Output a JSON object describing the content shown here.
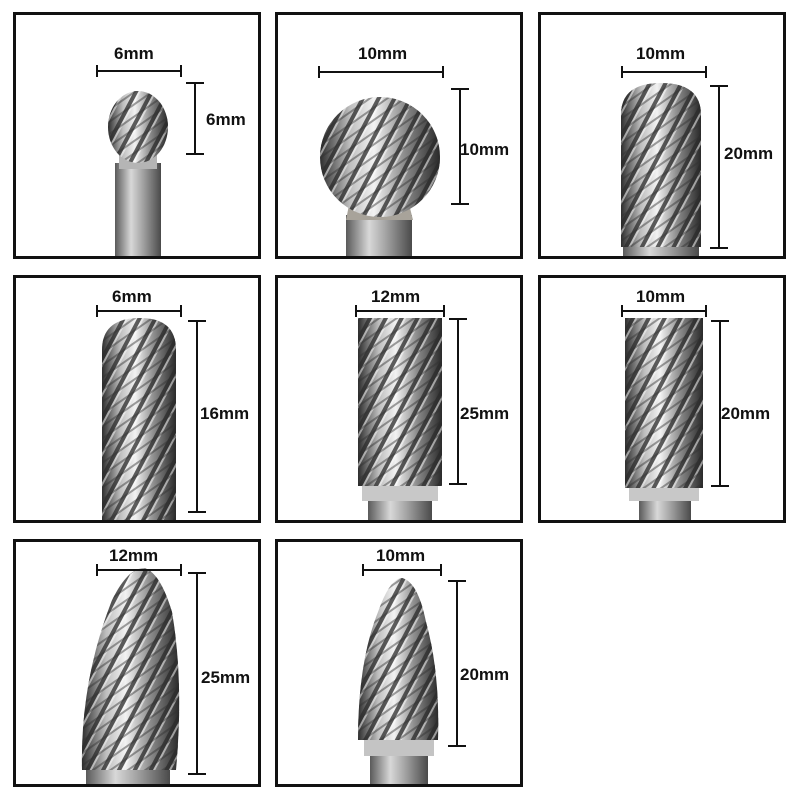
{
  "panels": [
    {
      "id": "p1",
      "diameter": "6mm",
      "length": "6mm",
      "shape": "ball-small"
    },
    {
      "id": "p2",
      "diameter": "10mm",
      "length": "10mm",
      "shape": "ball"
    },
    {
      "id": "p3",
      "diameter": "10mm",
      "length": "20mm",
      "shape": "cylinder-round-end"
    },
    {
      "id": "p4",
      "diameter": "6mm",
      "length": "16mm",
      "shape": "cylinder-round-end-narrow"
    },
    {
      "id": "p5",
      "diameter": "12mm",
      "length": "25mm",
      "shape": "cylinder-flat"
    },
    {
      "id": "p6",
      "diameter": "10mm",
      "length": "20mm",
      "shape": "cylinder-flat"
    },
    {
      "id": "p7",
      "diameter": "12mm",
      "length": "25mm",
      "shape": "tree-pointed"
    },
    {
      "id": "p8",
      "diameter": "10mm",
      "length": "20mm",
      "shape": "tree-pointed"
    }
  ],
  "colors": {
    "border": "#111111",
    "steel_light": "#e6e6e6",
    "steel_dark": "#3a3a3a",
    "shank": "#9a9a9a"
  }
}
